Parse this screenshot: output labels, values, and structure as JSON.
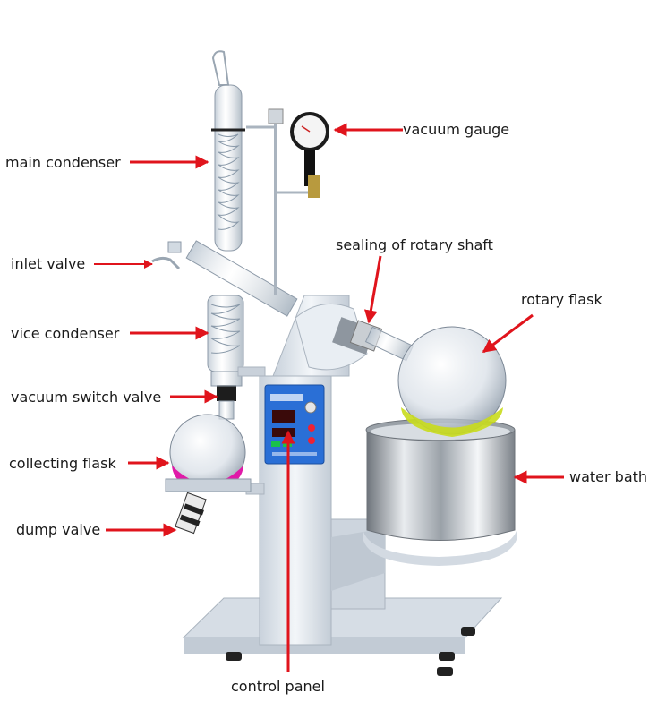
{
  "labels": {
    "main_condenser": "main condenser",
    "inlet_valve": "inlet valve",
    "vice_condenser": "vice condenser",
    "vacuum_switch_valve": "vacuum switch valve",
    "collecting_flask": "collecting flask",
    "dump_valve": "dump valve",
    "vacuum_gauge": "vacuum gauge",
    "sealing_rotary_shaft": "sealing of rotary shaft",
    "rotary_flask": "rotary flask",
    "water_bath": "water bath",
    "control_panel": "control panel"
  },
  "colors": {
    "arrow": "#e0141c",
    "body": "#dfe6ee",
    "panel": "#2a6fd6",
    "glass": "#cfd8e2",
    "liquid_pink": "#e01aa8",
    "liquid_yellow": "#c9dc1c",
    "steel": "#b9bec4"
  }
}
